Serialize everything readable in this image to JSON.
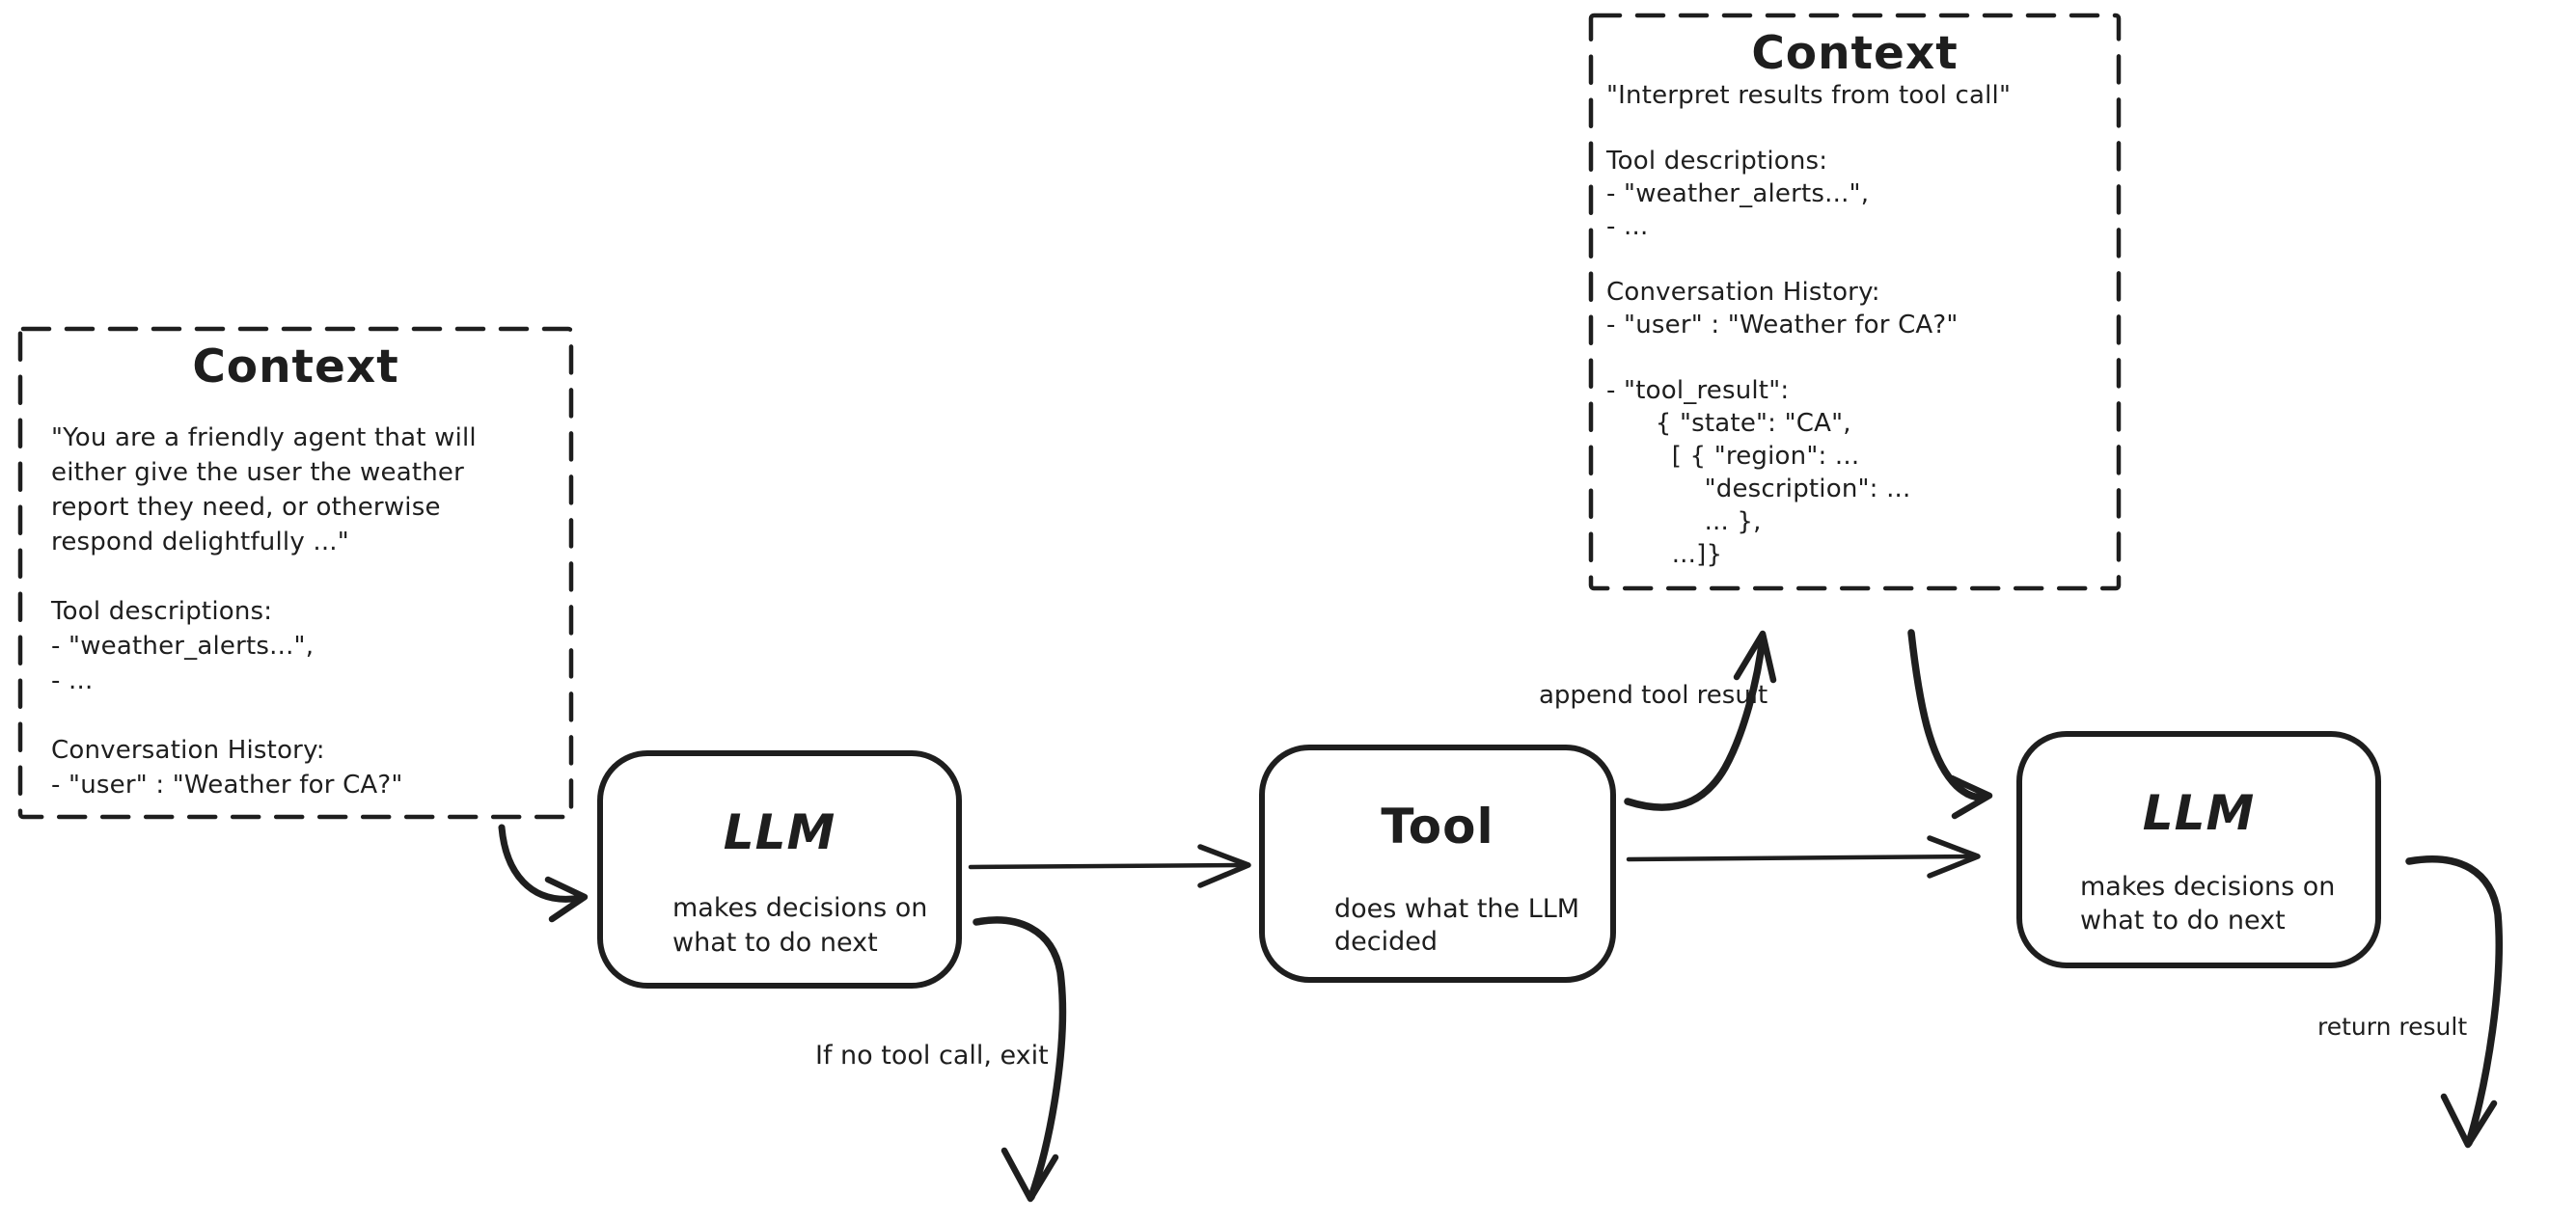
{
  "colors": {
    "ink": "#1e1e1e",
    "background": "#ffffff"
  },
  "context_box_1": {
    "title": "Context",
    "lines": [
      "\"You are a friendly agent that will",
      "either give the user the weather",
      "report they need, or otherwise",
      "respond delightfully ...\"",
      "",
      "Tool descriptions:",
      "- \"weather_alerts...\",",
      "- ...",
      "",
      "Conversation History:",
      "- \"user\" : \"Weather for CA?\""
    ]
  },
  "context_box_2": {
    "title": "Context",
    "lines": [
      "\"Interpret results from tool call\"",
      "",
      "Tool descriptions:",
      "- \"weather_alerts...\",",
      "- ...",
      "",
      "Conversation History:",
      "- \"user\" : \"Weather for CA?\"",
      "",
      "- \"tool_result\":",
      "      { \"state\": \"CA\",",
      "        [ { \"region\": ...",
      "            \"description\": ...",
      "            ... },",
      "        ...]}"
    ]
  },
  "nodes": {
    "llm_1": {
      "title": "LLM",
      "subtitle": [
        "makes decisions on",
        "what to do next"
      ]
    },
    "tool": {
      "title": "Tool",
      "subtitle": [
        "does what the LLM",
        "decided"
      ]
    },
    "llm_2": {
      "title": "LLM",
      "subtitle": [
        "makes decisions on",
        "what to do next"
      ]
    }
  },
  "edge_labels": {
    "append_tool_result": "append tool result",
    "if_no_tool_call_exit": "If no tool call, exit",
    "return_result": "return result"
  }
}
